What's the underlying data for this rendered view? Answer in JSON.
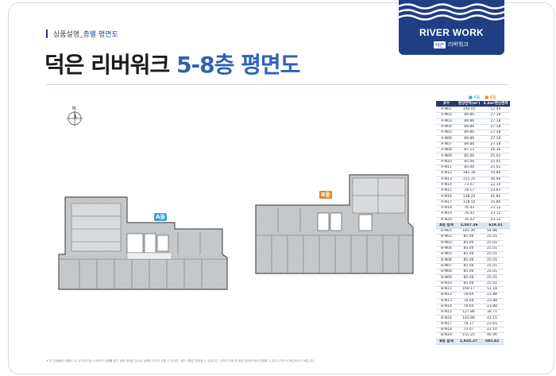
{
  "breadcrumb": {
    "section": "상품설명",
    "separator": "_",
    "current": "층별 평면도"
  },
  "title": {
    "main": "덕은 리버워크",
    "highlight": "5-8층 평면도"
  },
  "logo": {
    "brand": "RIVER WORK",
    "tag": "덕은",
    "sub": "리버워크"
  },
  "legend": {
    "a": "A동",
    "b": "B동"
  },
  "plan": {
    "building_a_label": "A동",
    "building_b_label": "B동",
    "compass_label": "N"
  },
  "table_a": {
    "headers": [
      "호수",
      "분양면적(m²)",
      "3.3m²환산면적"
    ],
    "rows": [
      [
        "A-N01",
        "190.05",
        "57.49"
      ],
      [
        "A-N02",
        "89.86",
        "27.18"
      ],
      [
        "A-N03",
        "89.86",
        "27.18"
      ],
      [
        "A-N04",
        "89.86",
        "27.18"
      ],
      [
        "A-N05",
        "89.86",
        "27.18"
      ],
      [
        "A-N06",
        "89.86",
        "27.18"
      ],
      [
        "A-N07",
        "89.86",
        "27.18"
      ],
      [
        "A-N08",
        "87.13",
        "26.36"
      ],
      [
        "A-N09",
        "85.06",
        "25.01"
      ],
      [
        "A-N10",
        "85.06",
        "25.01"
      ],
      [
        "A-N11",
        "85.06",
        "25.01"
      ],
      [
        "A-N12",
        "181.36",
        "54.86"
      ],
      [
        "A-N13",
        "155.25",
        "46.96"
      ],
      [
        "A-N14",
        "73.07",
        "22.10"
      ],
      [
        "A-N15",
        "78.17",
        "23.65"
      ],
      [
        "A-N16",
        "138.22",
        "41.81"
      ],
      [
        "A-N17",
        "118.55",
        "35.86"
      ],
      [
        "A-N18",
        "76.43",
        "23.12"
      ],
      [
        "A-N19",
        "76.43",
        "23.12"
      ],
      [
        "A-N20",
        "76.43",
        "23.12"
      ]
    ],
    "total": [
      "A동 합계",
      "2,047.36",
      "619.41"
    ]
  },
  "table_b": {
    "rows": [
      [
        "B-N01",
        "181.36",
        "54.86"
      ],
      [
        "B-N02",
        "85.06",
        "25.01"
      ],
      [
        "B-N03",
        "85.06",
        "25.01"
      ],
      [
        "B-N04",
        "85.06",
        "25.01"
      ],
      [
        "B-N05",
        "85.06",
        "25.01"
      ],
      [
        "B-N06",
        "85.06",
        "25.01"
      ],
      [
        "B-N07",
        "85.06",
        "25.01"
      ],
      [
        "B-N08",
        "85.06",
        "25.01"
      ],
      [
        "B-N09",
        "85.06",
        "25.01"
      ],
      [
        "B-N10",
        "85.06",
        "25.01"
      ],
      [
        "B-N11",
        "169.17",
        "51.18"
      ],
      [
        "B-N12",
        "78.64",
        "23.88"
      ],
      [
        "B-N13",
        "78.64",
        "23.88"
      ],
      [
        "B-N14",
        "78.64",
        "23.88"
      ],
      [
        "B-N15",
        "127.86",
        "38.71"
      ],
      [
        "B-N16",
        "142.86",
        "43.15"
      ],
      [
        "B-N17",
        "78.17",
        "23.65"
      ],
      [
        "B-N18",
        "73.07",
        "22.10"
      ],
      [
        "B-N19",
        "155.25",
        "46.96"
      ]
    ],
    "total": [
      "B동 합계",
      "1,935.27",
      "585.42"
    ]
  },
  "footnote": "※ 본 인쇄물에 사용된 CG 및 이미지는 소비자의 이해를 돕기 위해 제작된 것으로 실제와 차이가 있을 수 있으며, 세부 사항은 변경될 수 있습니다. 인허가 과정 및 현장 여건에 따라 변경될 수 있으니 반드시 확인하시기 바랍니다."
}
